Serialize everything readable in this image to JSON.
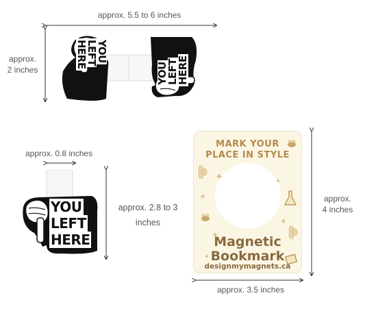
{
  "dimensions": {
    "top_width": "approx. 5.5 to 6 inches",
    "top_height_line1": "approx.",
    "top_height_line2": "2 inches",
    "small_width": "approx. 0.8 inches",
    "small_height_line1": "approx. 2.8 to 3",
    "small_height_line2": "inches",
    "card_height_line1": "approx.",
    "card_height_line2": "4 inches",
    "card_width": "approx. 3.5 inches"
  },
  "sticker": {
    "line1": "YOU",
    "line2": "LEFT",
    "line3": "HERE"
  },
  "card": {
    "title_line1": "MARK YOUR",
    "title_line2": "PLACE IN STYLE",
    "big_line1": "Magnetic",
    "big_line2": "Bookmark",
    "url": "designmymagnets.ca"
  },
  "colors": {
    "card_bg": "#fbf6e4",
    "card_accent": "#b48a4e",
    "card_text": "#8a6a3f",
    "sticker_text": "#111111"
  }
}
